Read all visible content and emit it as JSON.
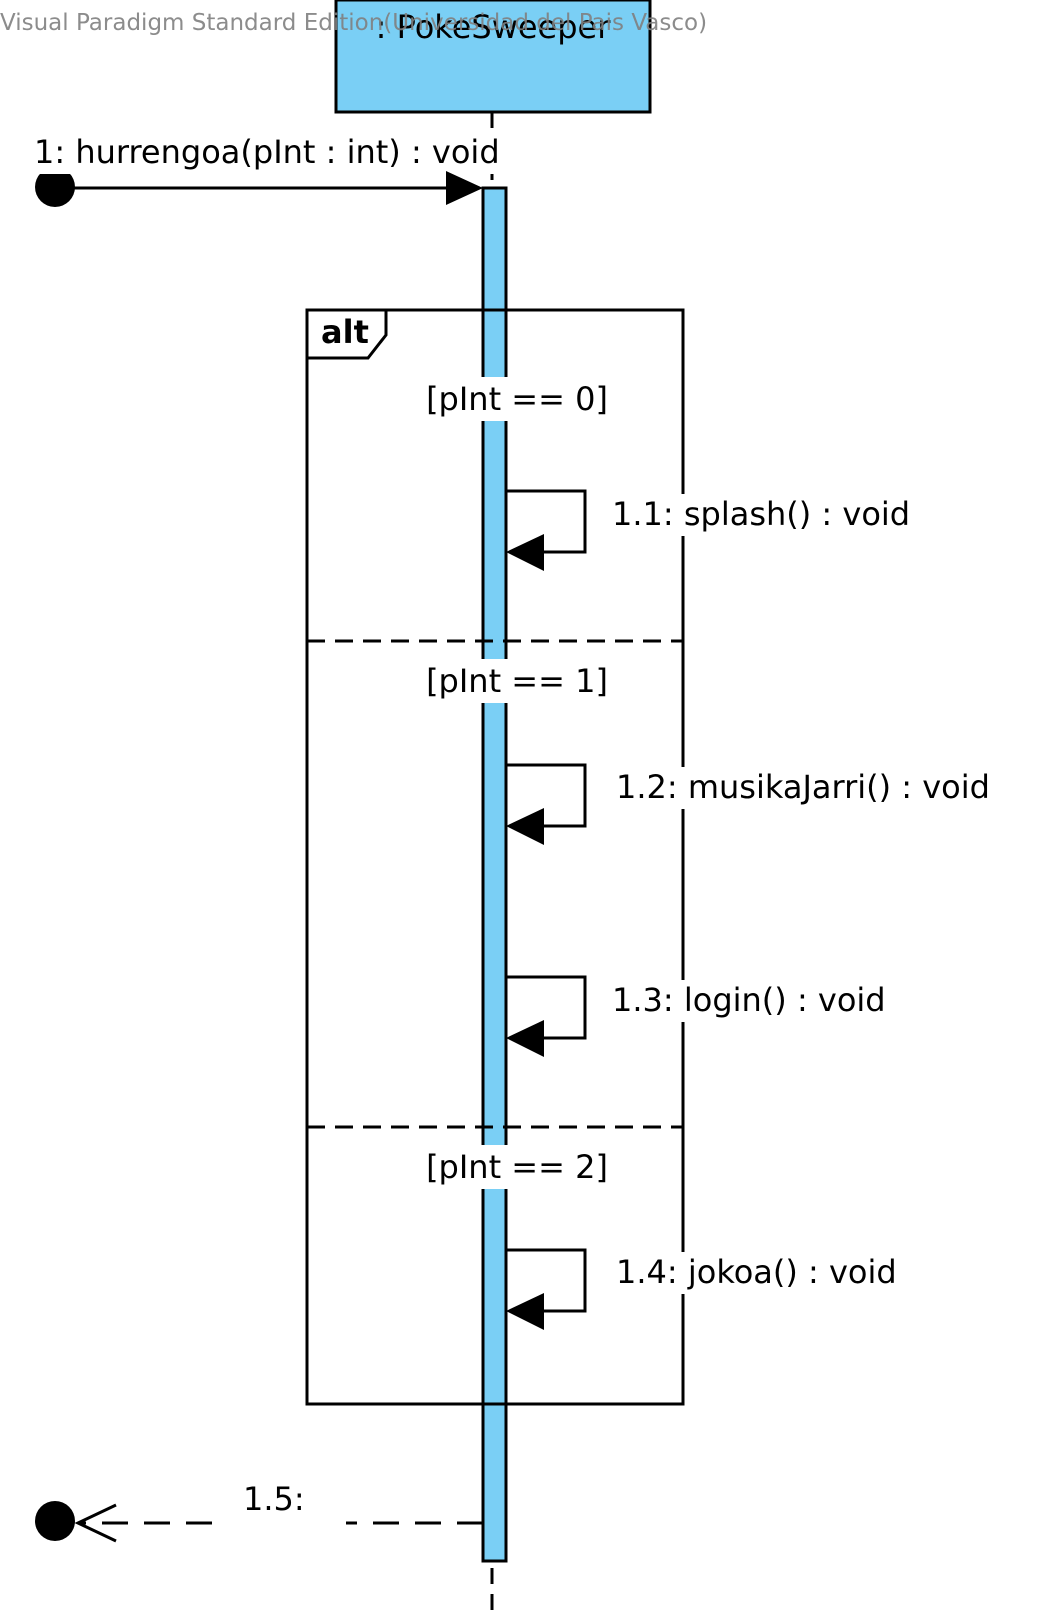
{
  "watermark": "Visual Paradigm Standard Edition(Universidad del Pais Vasco)",
  "lifeline": {
    "name": ": PokeSweeper",
    "fill_color": "#7ACFF5"
  },
  "found_message": {
    "label": "1: hurrengoa(pInt : int) : void"
  },
  "fragment": {
    "operator": "alt",
    "operands": [
      {
        "guard": "[pInt == 0]"
      },
      {
        "guard": "[pInt == 1]"
      },
      {
        "guard": "[pInt == 2]"
      }
    ]
  },
  "self_messages": [
    {
      "label": "1.1: splash() : void"
    },
    {
      "label": "1.2: musikaJarri() : void"
    },
    {
      "label": "1.3: login() : void"
    },
    {
      "label": "1.4: jokoa() : void"
    }
  ],
  "return_message": {
    "label": "1.5:"
  }
}
